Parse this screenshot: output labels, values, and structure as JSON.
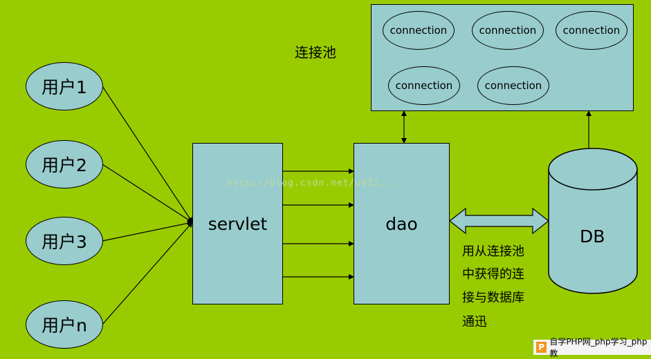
{
  "pool": {
    "title": "连接池",
    "connections": [
      "connection",
      "connection",
      "connection",
      "connection",
      "connection"
    ]
  },
  "users": [
    "用户1",
    "用户2",
    "用户3",
    "用户n"
  ],
  "servlet": "servlet",
  "dao": "dao",
  "db": "DB",
  "note": [
    "用从连接池",
    "中获得的连",
    "接与数据库",
    "通迅"
  ],
  "watermark": "http://blog.csdn.net/u012...",
  "logo_text": "自学PHP网_php学习_php教"
}
